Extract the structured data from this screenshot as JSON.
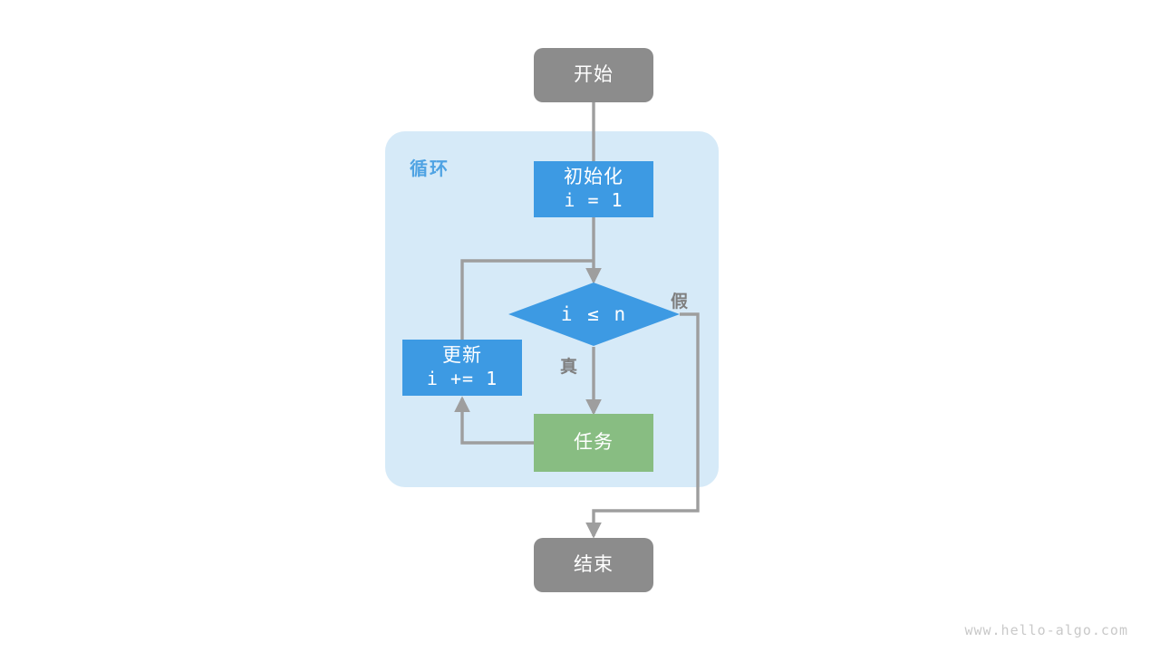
{
  "diagram": {
    "title": "for-loop-flowchart",
    "colors": {
      "terminal": "#8c8c8c",
      "process_blue": "#3d9ae3",
      "task_green": "#88bd82",
      "panel_bg": "#d6eaf8",
      "panel_label": "#4fa3e3",
      "connector": "#9e9e9e",
      "label_text": "#7f7f7f",
      "watermark": "#c9c9c9",
      "node_text": "#ffffff"
    },
    "nodes": {
      "start": {
        "label": "开始",
        "shape": "rounded-rect"
      },
      "init": {
        "label": "初始化",
        "code": "i = 1",
        "shape": "rect"
      },
      "decision": {
        "label": "i ≤ n",
        "shape": "diamond"
      },
      "task": {
        "label": "任务",
        "shape": "rect"
      },
      "update": {
        "label": "更新",
        "code": "i += 1",
        "shape": "rect"
      },
      "end": {
        "label": "结束",
        "shape": "rounded-rect"
      }
    },
    "panel": {
      "label": "循环"
    },
    "edge_labels": {
      "true": "真",
      "false": "假"
    },
    "watermark": "www.hello-algo.com"
  }
}
